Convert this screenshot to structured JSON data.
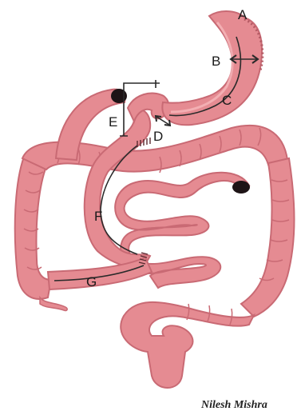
{
  "diagram": {
    "labels": {
      "a": "A",
      "b": "B",
      "c": "C",
      "d": "D",
      "e": "E",
      "f": "F",
      "g": "G"
    },
    "signature": "Nilesh Mishra",
    "colors": {
      "bowel_fill": "#e58b92",
      "bowel_shadow": "#c96a74",
      "bowel_highlight": "#f6b8bb",
      "stoma_dark": "#1e1416",
      "line_ink": "#2a2a2a"
    }
  }
}
